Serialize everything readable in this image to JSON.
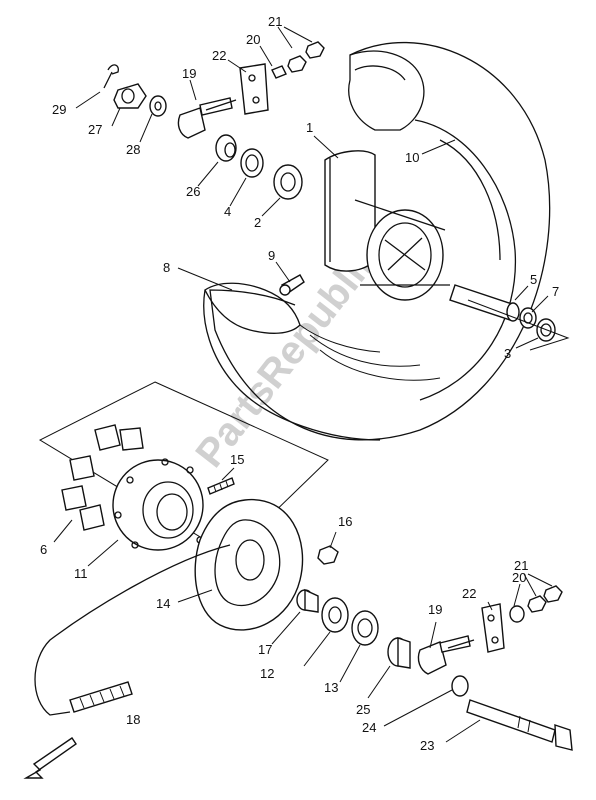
{
  "watermark": "PartsRepublik",
  "callouts": [
    {
      "id": "c1",
      "text": "1"
    },
    {
      "id": "c2",
      "text": "2"
    },
    {
      "id": "c3",
      "text": "3"
    },
    {
      "id": "c4",
      "text": "4"
    },
    {
      "id": "c5",
      "text": "5"
    },
    {
      "id": "c6",
      "text": "6"
    },
    {
      "id": "c7",
      "text": "7"
    },
    {
      "id": "c8",
      "text": "8"
    },
    {
      "id": "c9",
      "text": "9"
    },
    {
      "id": "c10",
      "text": "10"
    },
    {
      "id": "c11",
      "text": "11"
    },
    {
      "id": "c12",
      "text": "12"
    },
    {
      "id": "c13",
      "text": "13"
    },
    {
      "id": "c14",
      "text": "14"
    },
    {
      "id": "c15",
      "text": "15"
    },
    {
      "id": "c16",
      "text": "16"
    },
    {
      "id": "c17",
      "text": "17"
    },
    {
      "id": "c18",
      "text": "18"
    },
    {
      "id": "c19a",
      "text": "19"
    },
    {
      "id": "c19b",
      "text": "19"
    },
    {
      "id": "c20a",
      "text": "20"
    },
    {
      "id": "c20b",
      "text": "20"
    },
    {
      "id": "c21a",
      "text": "21"
    },
    {
      "id": "c21b",
      "text": "21"
    },
    {
      "id": "c22a",
      "text": "22"
    },
    {
      "id": "c22b",
      "text": "22"
    },
    {
      "id": "c23",
      "text": "23"
    },
    {
      "id": "c24",
      "text": "24"
    },
    {
      "id": "c25",
      "text": "25"
    },
    {
      "id": "c26",
      "text": "26"
    },
    {
      "id": "c27",
      "text": "27"
    },
    {
      "id": "c28",
      "text": "28"
    },
    {
      "id": "c29",
      "text": "29"
    }
  ]
}
